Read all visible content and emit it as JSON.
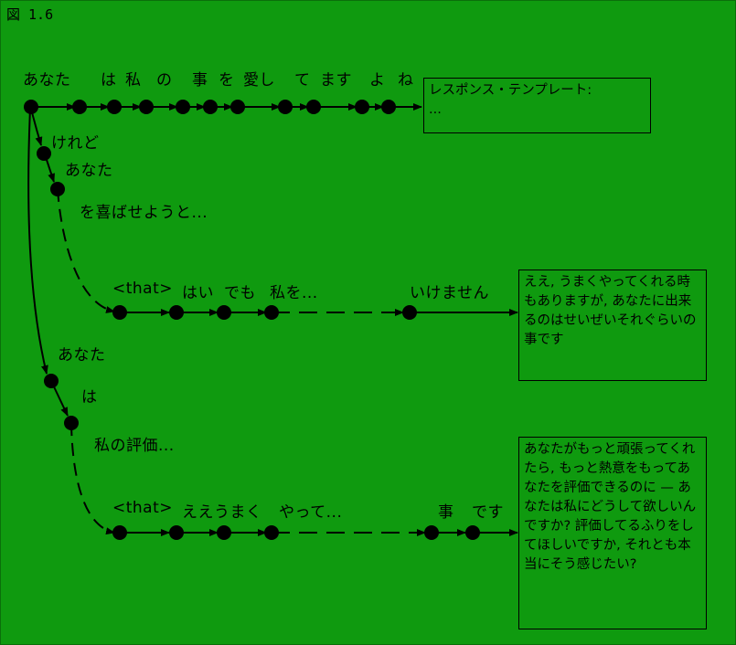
{
  "figure_label": "図 1.6",
  "top_row": {
    "words": [
      "あなた",
      "は",
      "私",
      "の",
      "事",
      "を",
      "愛し",
      "て",
      "ます",
      "よ",
      "ね"
    ],
    "response_box": "レスポンス・テンプレート:\n    ..."
  },
  "branch_one": {
    "label_keredo": "けれど",
    "label_anata": "あなた",
    "label_yorokoba": "を喜ばせようと...",
    "row_words": [
      "<that>",
      "はい",
      "でも",
      "私を...",
      "いけません"
    ],
    "response_box": "ええ, うまくやってくれる時もありますが, あなたに出来るのはせいぜいそれぐらいの事です"
  },
  "branch_two": {
    "label_anata": "あなた",
    "label_wa": "は",
    "label_hyouka": "私の評価...",
    "row_words": [
      "<that>",
      "ええうまく",
      "やって...",
      "事",
      "です"
    ],
    "response_box": "あなたがもっと頑張ってくれたら, もっと熱意をもってあなたを評価できるのに — あなたは私にどうして欲しいんですか? 評価してるふりをしてほしいですか, それとも本当にそう感じたい?"
  }
}
